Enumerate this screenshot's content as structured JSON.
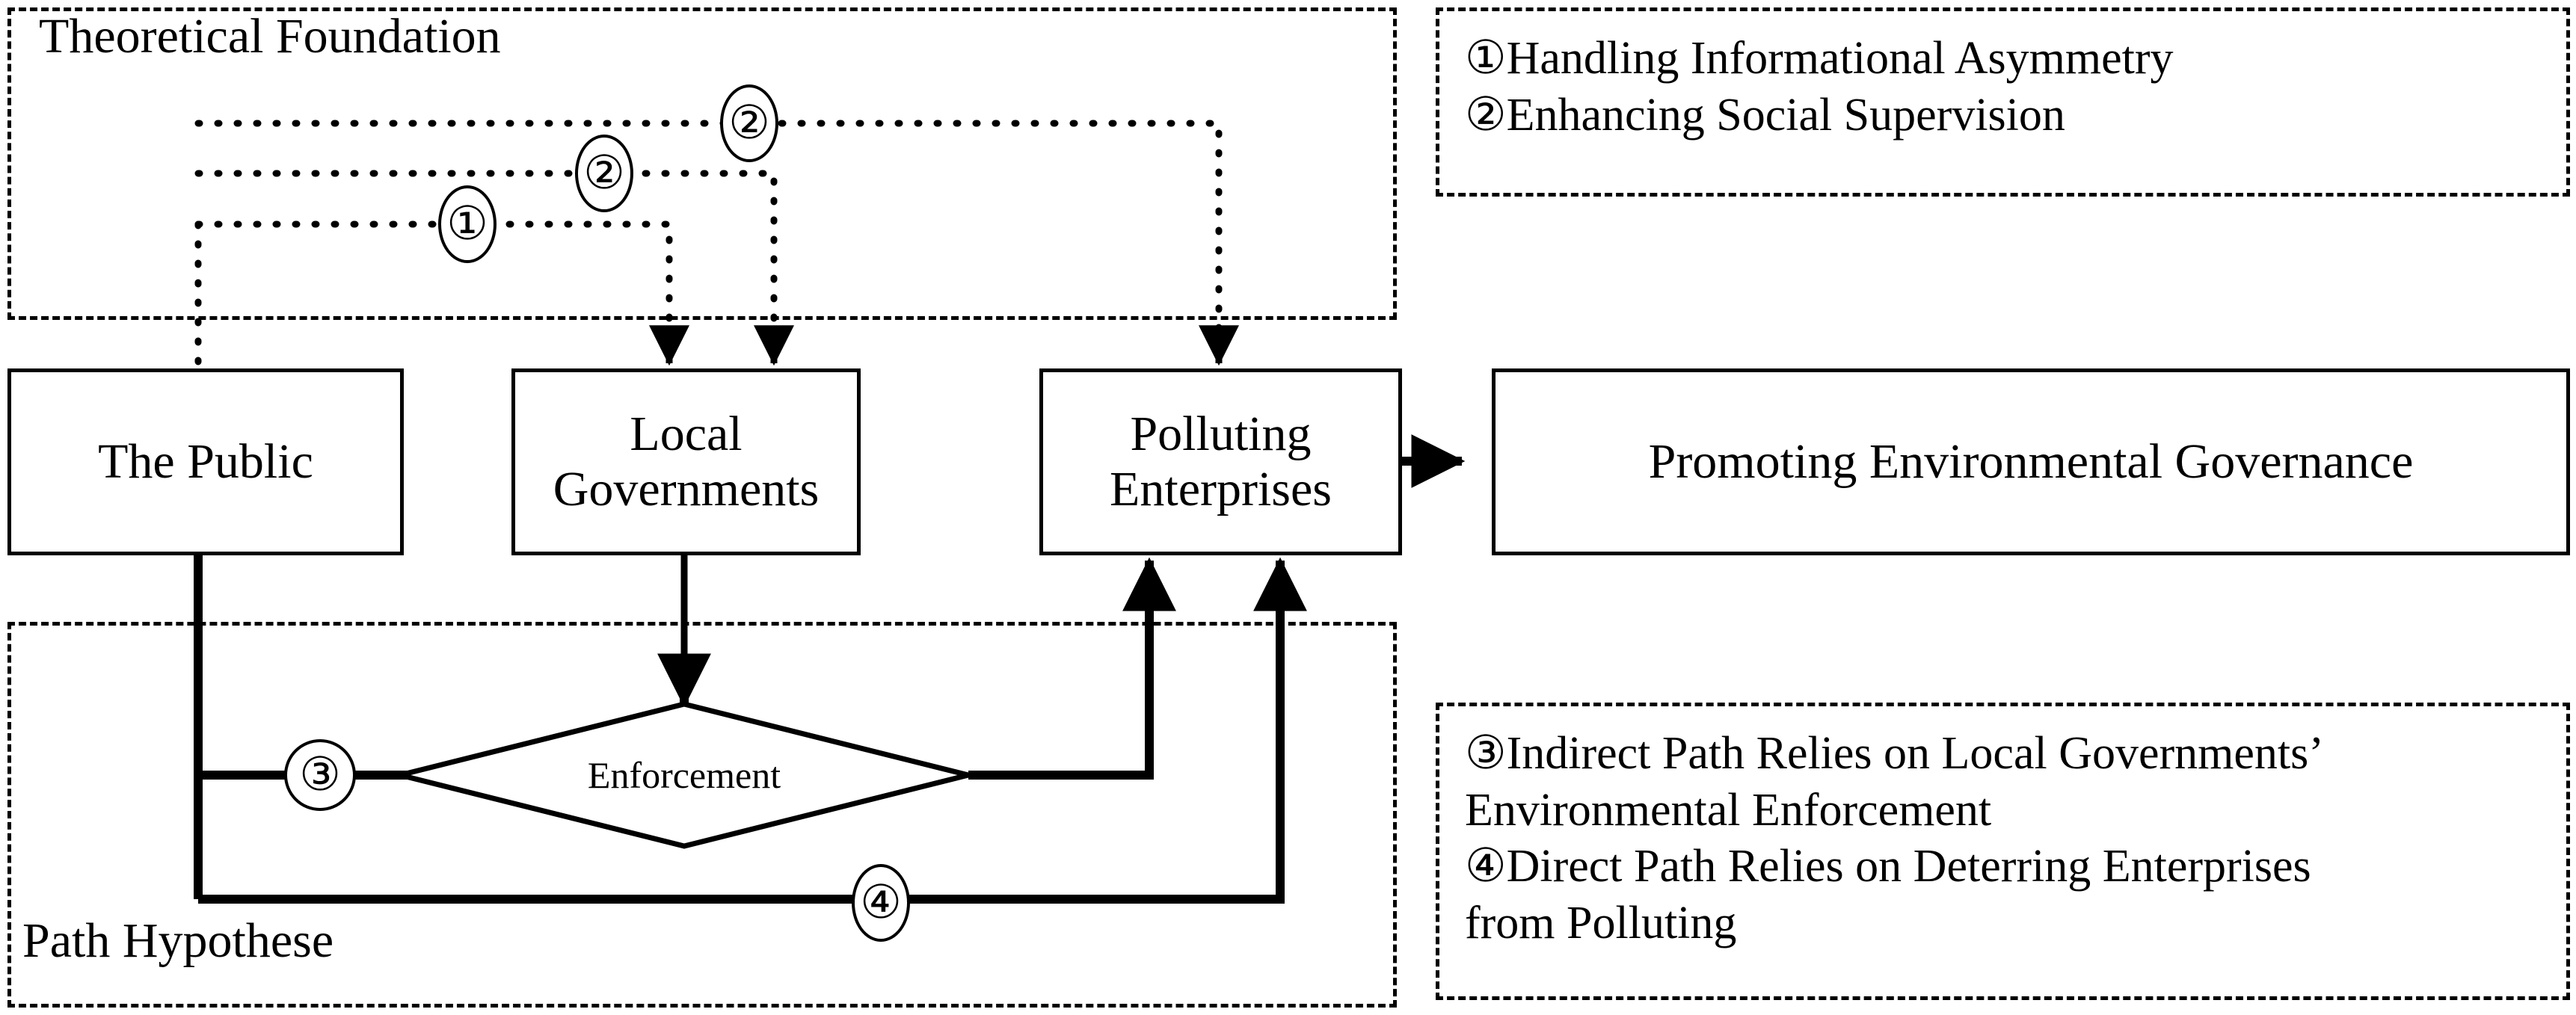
{
  "figure": {
    "type": "conceptual-framework-diagram",
    "background": "#ffffff",
    "stroke_color": "#000000"
  },
  "groups": {
    "theoretical_foundation": {
      "label": "Theoretical Foundation"
    },
    "path_hypothese": {
      "label": "Path Hypothese"
    }
  },
  "nodes": {
    "public": {
      "label": "The Public"
    },
    "local_governments": {
      "label": "Local\nGovernments",
      "line1": "Local",
      "line2": "Governments"
    },
    "polluting_enterprises": {
      "label": "Polluting\nEnterprises",
      "line1": "Polluting",
      "line2": "Enterprises"
    },
    "outcome": {
      "label": "Promoting Environmental Governance"
    },
    "enforcement": {
      "label": "Enforcement"
    }
  },
  "markers": {
    "m1": "①",
    "m2a": "②",
    "m2b": "②",
    "m3": "③",
    "m4": "④"
  },
  "legend_top": {
    "items": [
      "①Handling Informational Asymmetry",
      "②Enhancing Social Supervision"
    ]
  },
  "legend_bottom": {
    "items": [
      "③Indirect Path Relies on Local Governments’",
      "Environmental Enforcement",
      "④Direct Path Relies on Deterring Enterprises",
      "from Polluting"
    ]
  },
  "edges": [
    {
      "id": "e1",
      "from": "public",
      "to": "local_governments",
      "style": "dotted",
      "marker": "①"
    },
    {
      "id": "e2a",
      "from": "public",
      "to": "local_governments",
      "style": "dotted",
      "marker": "②"
    },
    {
      "id": "e2b",
      "from": "public",
      "to": "polluting_enterprises",
      "style": "dotted",
      "marker": "②"
    },
    {
      "id": "e3",
      "from": "public",
      "to": "enforcement",
      "style": "solid",
      "marker": "③"
    },
    {
      "id": "e3b",
      "from": "enforcement",
      "to": "polluting_enterprises",
      "style": "solid",
      "marker": ""
    },
    {
      "id": "e4",
      "from": "public",
      "to": "polluting_enterprises",
      "style": "solid",
      "marker": "④"
    },
    {
      "id": "e5",
      "from": "local_governments",
      "to": "enforcement",
      "style": "solid",
      "marker": ""
    },
    {
      "id": "e6",
      "from": "polluting_enterprises",
      "to": "outcome",
      "style": "solid",
      "marker": ""
    }
  ]
}
